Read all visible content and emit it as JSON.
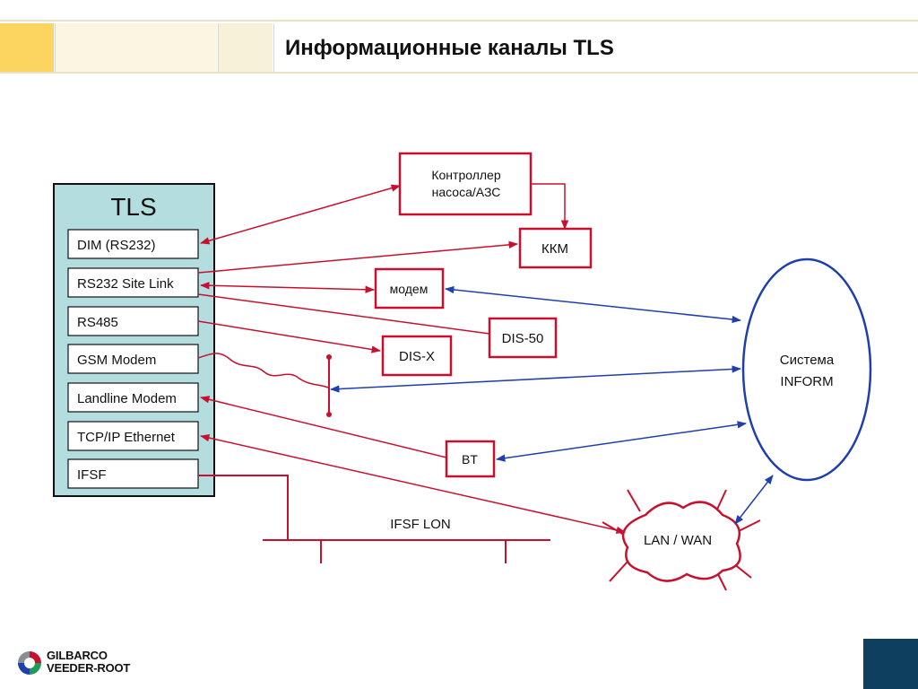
{
  "header": {
    "title": "Информационные каналы TLS"
  },
  "tls": {
    "title": "TLS",
    "ports": [
      {
        "label": "DIM (RS232)"
      },
      {
        "label": "RS232 Site Link"
      },
      {
        "label": "RS485"
      },
      {
        "label": "GSM Modem"
      },
      {
        "label": "Landline Modem"
      },
      {
        "label": "TCP/IP Ethernet"
      },
      {
        "label": "IFSF"
      }
    ]
  },
  "devices": {
    "pump_controller": {
      "line1": "Контроллер",
      "line2": "насоса/АЗС"
    },
    "kkm": "ККМ",
    "modem": "модем",
    "dis50": "DIS-50",
    "disx": "DIS-X",
    "bt": "BT"
  },
  "inform": {
    "line1": "Система",
    "line2": "INFORM"
  },
  "network": {
    "lan_wan": "LAN / WAN",
    "ifsf_lon": "IFSF LON"
  },
  "logo": {
    "line1": "GILBARCO",
    "line2": "VEEDER-ROOT"
  },
  "colors": {
    "red": "#c8102e",
    "blue": "#1f3fae",
    "tls_fill": "#b4dde0",
    "header_yellow": "#fcd561",
    "corner": "#0f3f5e"
  }
}
